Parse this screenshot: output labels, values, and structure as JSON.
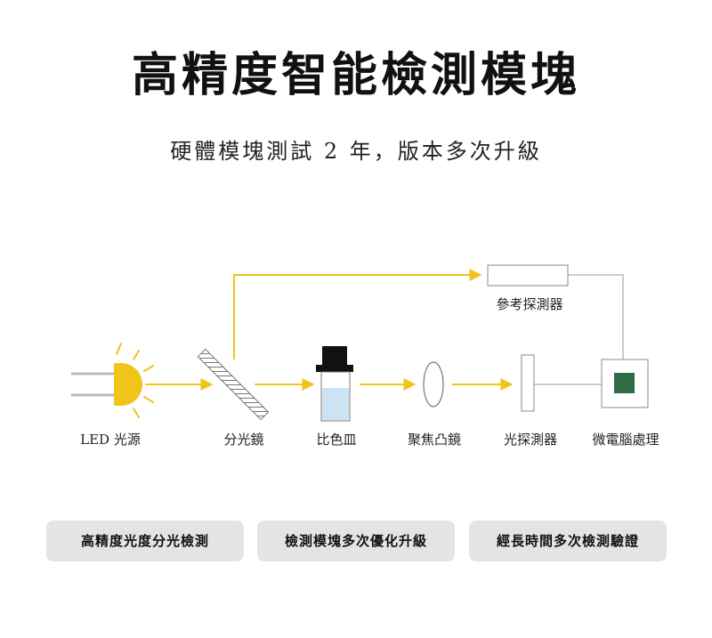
{
  "title": "高精度智能檢測模塊",
  "subtitle": "硬體模塊測試 2 年，版本多次升級",
  "components": {
    "led": "LED 光源",
    "splitter": "分光鏡",
    "cuvette": "比色皿",
    "lens": "聚焦凸鏡",
    "detector": "光探測器",
    "processor": "微電腦處理",
    "reference": "參考探測器"
  },
  "features": [
    "高精度光度分光檢測",
    "檢測模塊多次優化升級",
    "經長時間多次檢測驗證"
  ],
  "colors": {
    "beam": "#f0c419",
    "connector": "#cccccc",
    "processor_chip": "#2f6b45",
    "liquid": "#cde4f2",
    "cap": "#111111"
  }
}
